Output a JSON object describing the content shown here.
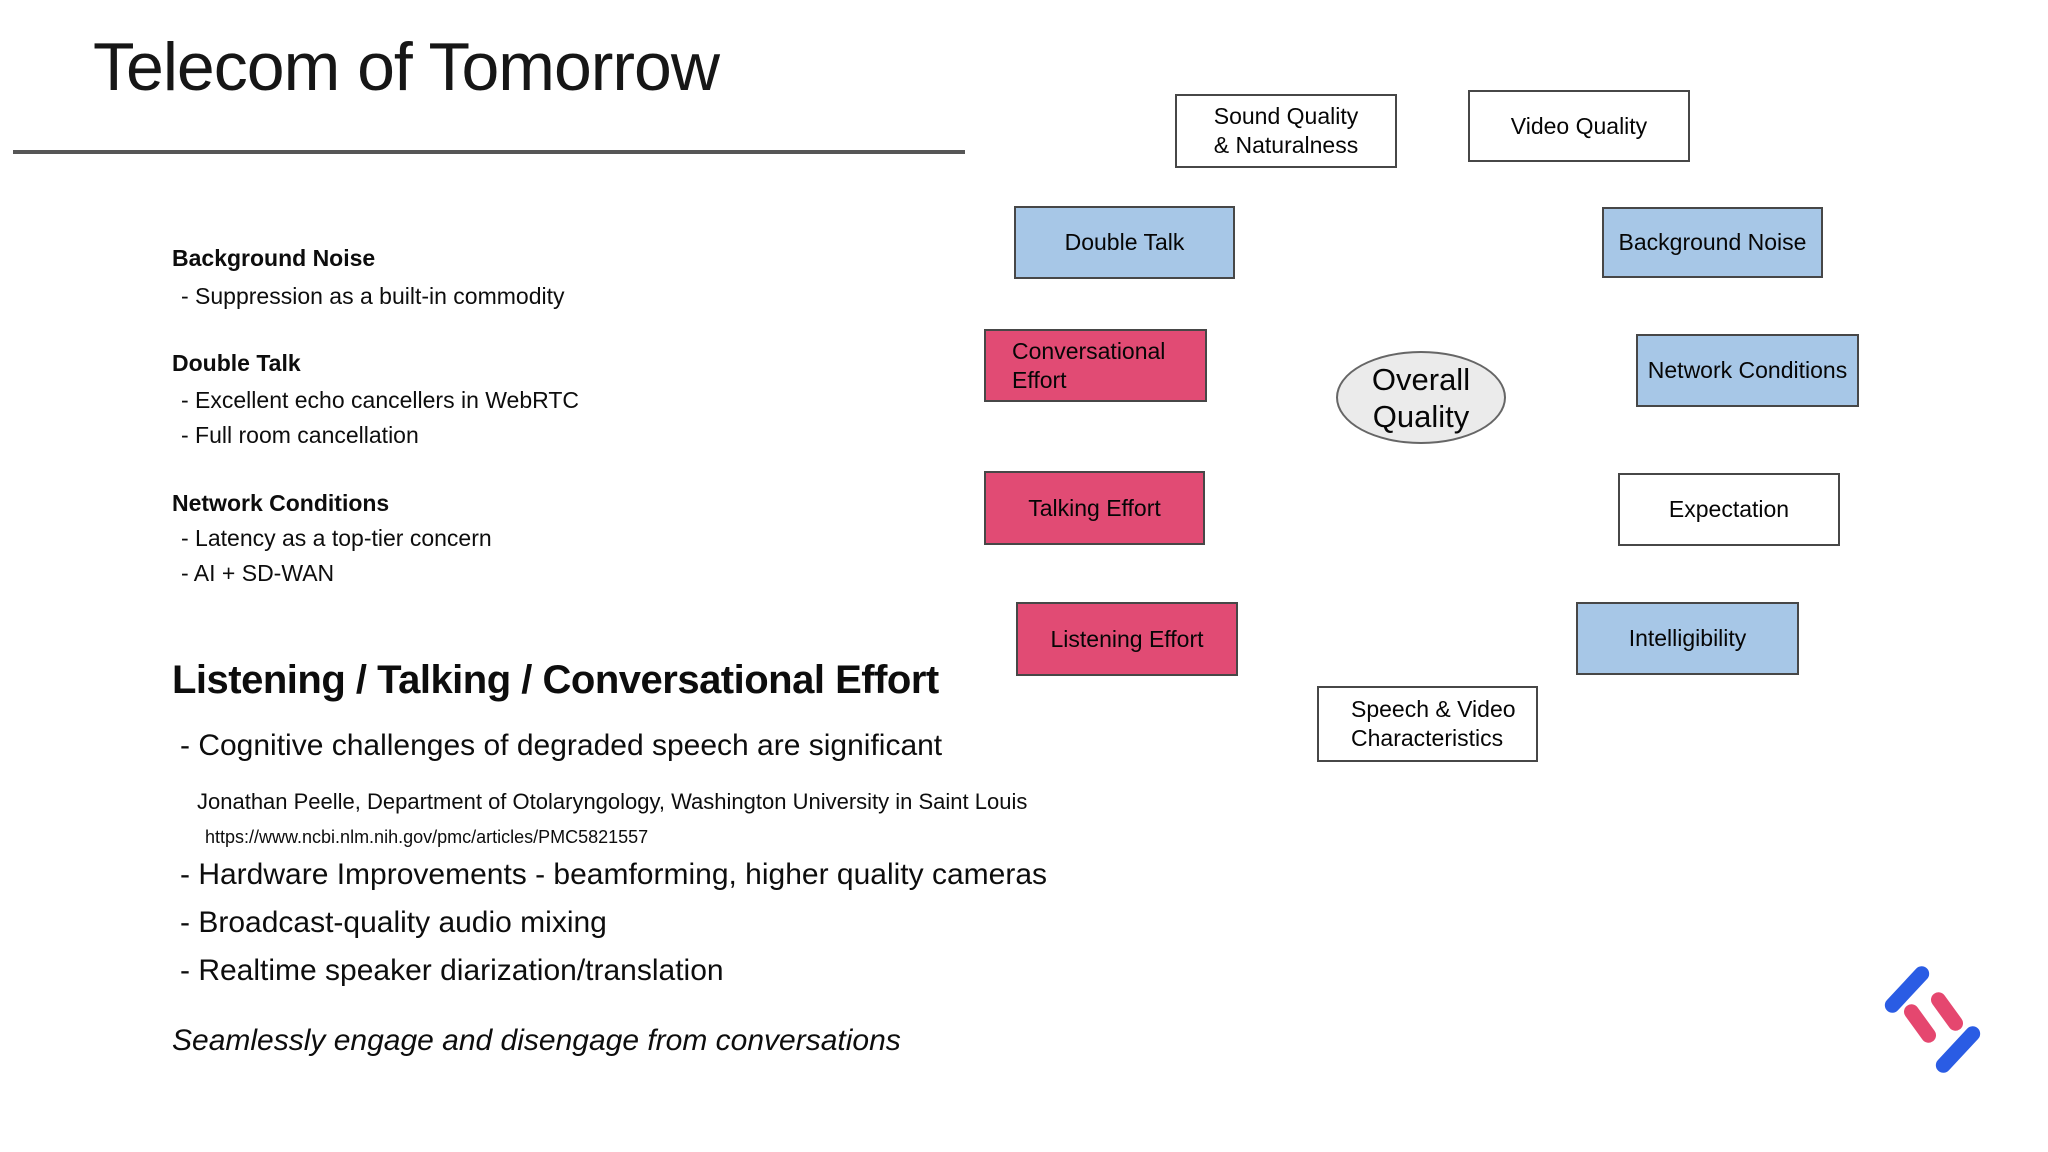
{
  "slide": {
    "title": "Telecom of Tomorrow",
    "topics": [
      {
        "heading": "Background Noise",
        "bullets": [
          "- Suppression as a built-in commodity"
        ]
      },
      {
        "heading": "Double Talk",
        "bullets": [
          "- Excellent echo cancellers in WebRTC",
          "- Full room cancellation"
        ]
      },
      {
        "heading": "Network Conditions",
        "bullets": [
          "- Latency as a top-tier concern",
          "- AI + SD-WAN"
        ]
      }
    ],
    "effort": {
      "heading": "Listening / Talking / Conversational Effort",
      "bullet_1": "- Cognitive challenges of degraded speech are significant",
      "citation": "Jonathan Peelle, Department of Otolaryngology, Washington University in Saint Louis",
      "url": "https://www.ncbi.nlm.nih.gov/pmc/articles/PMC5821557",
      "bullet_2": "- Hardware Improvements - beamforming, higher quality cameras",
      "bullet_3": "- Broadcast-quality audio mixing",
      "bullet_4": "- Realtime speaker diarization/translation",
      "footer": "Seamlessly  engage and disengage from conversations"
    },
    "diagram": {
      "center": {
        "line1": "Overall",
        "line2": "Quality",
        "fill": "#ebebeb"
      },
      "colors": {
        "blue": "#a7c7e7",
        "pink": "#e14b74",
        "white": "#ffffff",
        "border": "#474747"
      },
      "nodes": {
        "sound_quality": {
          "line1": "Sound Quality",
          "line2": "& Naturalness",
          "type": "white"
        },
        "video_quality": {
          "label": "Video Quality",
          "type": "white"
        },
        "double_talk": {
          "label": "Double Talk",
          "type": "blue"
        },
        "background_noise": {
          "label": "Background Noise",
          "type": "blue"
        },
        "conversational_effort": {
          "line1": "Conversational",
          "line2": "Effort",
          "type": "pink"
        },
        "network_conditions": {
          "label": "Network Conditions",
          "type": "blue"
        },
        "talking_effort": {
          "label": "Talking Effort",
          "type": "pink"
        },
        "expectation": {
          "label": "Expectation",
          "type": "white"
        },
        "listening_effort": {
          "label": "Listening Effort",
          "type": "pink"
        },
        "intelligibility": {
          "label": "Intelligibility",
          "type": "blue"
        },
        "speech_video": {
          "line1": "Speech & Video",
          "line2": "Characteristics",
          "type": "white"
        }
      }
    },
    "logo": {
      "colors": {
        "blue": "#2a5ce4",
        "pink": "#e5476f"
      }
    }
  }
}
